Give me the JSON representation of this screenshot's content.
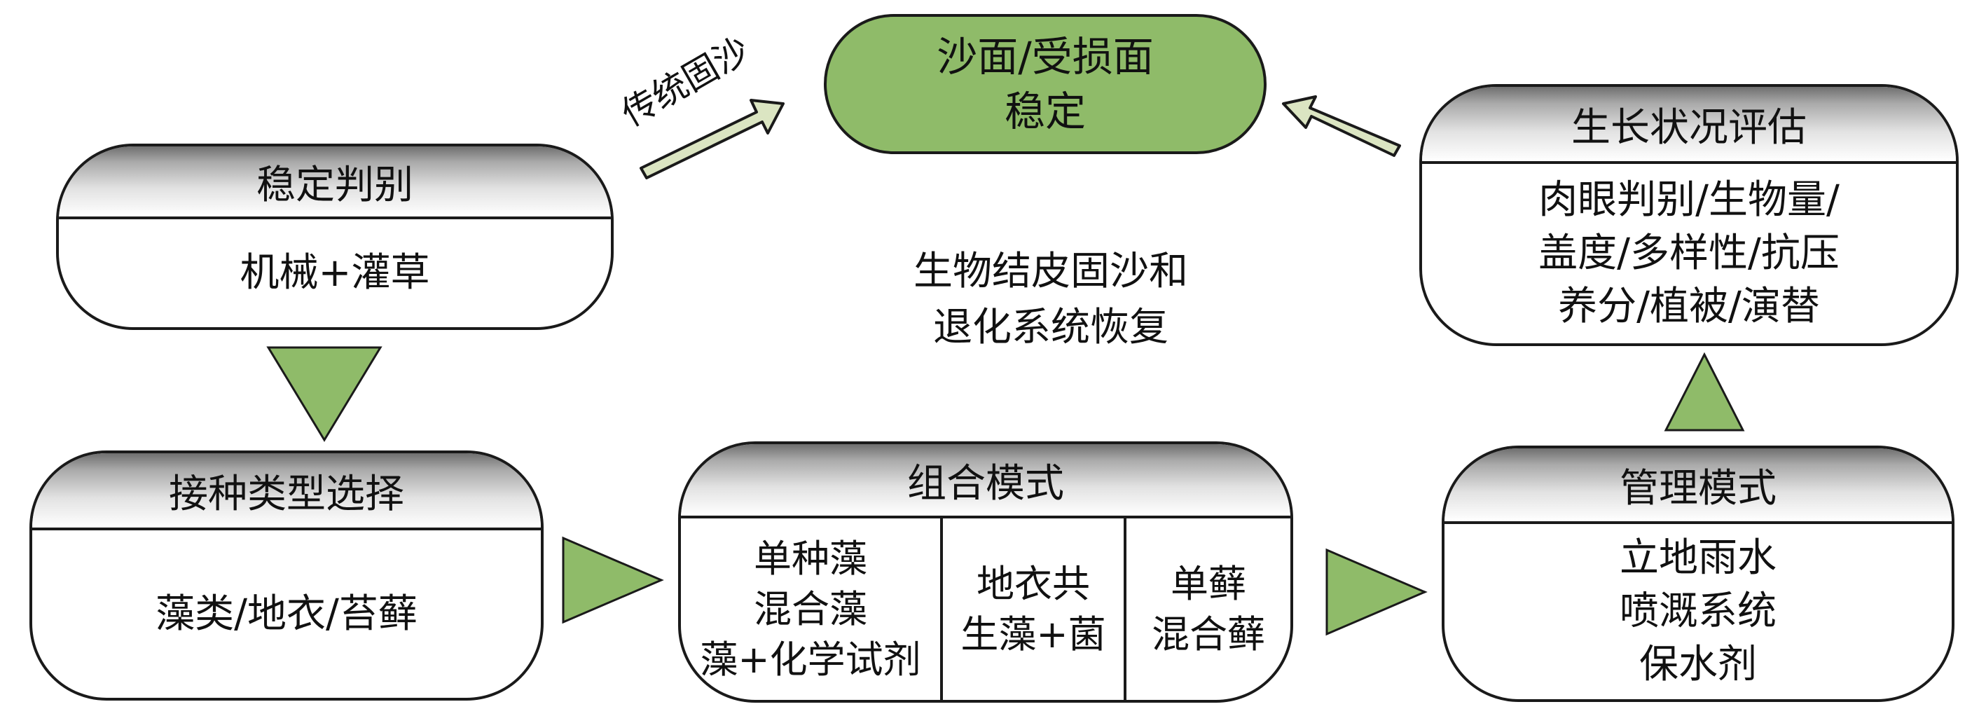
{
  "goal": {
    "lines": [
      "沙面/受损面",
      "稳定"
    ]
  },
  "traditional_label": "传统固沙",
  "center": {
    "lines": [
      "生物结皮固沙和",
      "退化系统恢复"
    ]
  },
  "stability": {
    "title": "稳定判别",
    "lines": [
      "机械+灌草"
    ]
  },
  "inoculation": {
    "title": "接种类型选择",
    "lines": [
      "藻类/地衣/苔藓"
    ]
  },
  "combination": {
    "title": "组合模式",
    "columns": [
      {
        "lines": [
          "单种藻",
          "混合藻",
          "藻+化学试剂"
        ]
      },
      {
        "lines": [
          "地衣共",
          "生藻+菌"
        ]
      },
      {
        "lines": [
          "单藓",
          "混合藓"
        ]
      }
    ]
  },
  "management": {
    "title": "管理模式",
    "lines": [
      "立地雨水",
      "喷溉系统",
      "保水剂"
    ]
  },
  "growth": {
    "title": "生长状况评估",
    "lines": [
      "肉眼判别/生物量/",
      "盖度/多样性/抗压",
      "养分/植被/演替"
    ]
  },
  "colors": {
    "green_fill": "#8fbb69",
    "arrow_fill": "#dbe5c2",
    "triangle_fill": "#8fbb69",
    "outline": "#1a1a1a"
  }
}
